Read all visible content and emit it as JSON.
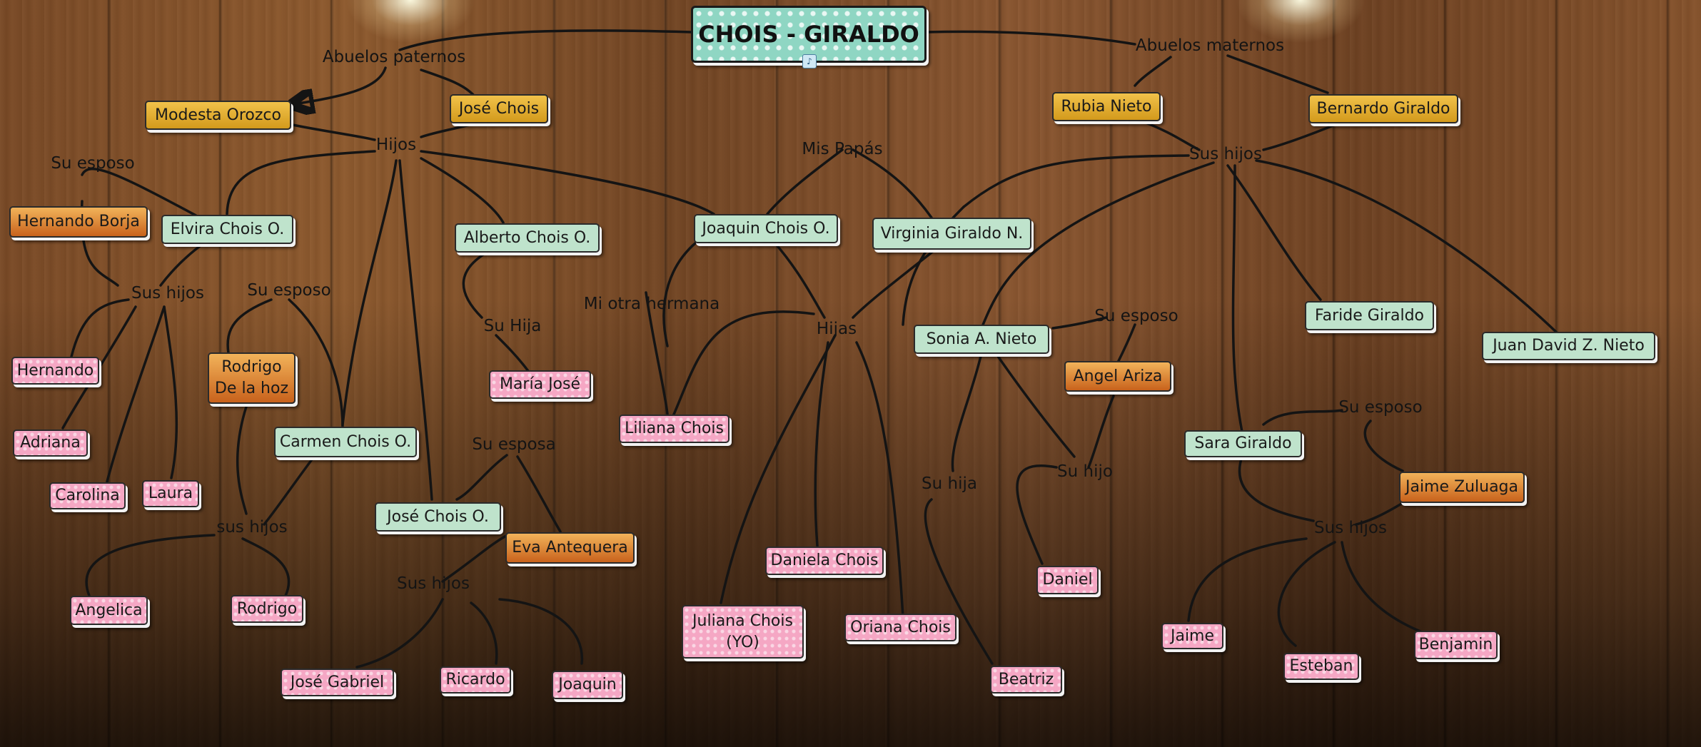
{
  "title": "CHOIS - GIRALDO",
  "speaker_icon": "speaker-icon",
  "labels": {
    "abuelos_paternos": "Abuelos paternos",
    "abuelos_maternos": "Abuelos maternos",
    "hijos": "Hijos",
    "sus_hijos_maternos": "Sus hijos",
    "mis_papas": "Mis Papás",
    "su_esposo_1": "Su esposo",
    "sus_hijos_1": "Sus hijos",
    "su_esposo_2": "Su esposo",
    "su_hija_1": "Su Hija",
    "mi_otra_hermana": "Mi otra hermana",
    "hijas": "Hijas",
    "su_esposo_3": "Su esposo",
    "su_esposo_4": "Su esposo",
    "su_esposa": "Su esposa",
    "sus_hijos_2": "sus hijos",
    "sus_hijos_3": "Sus hijos",
    "su_hija_2": "Su hija",
    "su_hijo": "Su hijo",
    "sus_hijos_4": "Sus hijos"
  },
  "people": {
    "modesta": "Modesta Orozco",
    "jose_chois": "José Chois",
    "rubia": "Rubia Nieto",
    "bernardo": "Bernardo Giraldo",
    "hernando_borja": "Hernando Borja",
    "elvira": "Elvira Chois O.",
    "alberto": "Alberto Chois O.",
    "joaquin_chois": "Joaquin Chois O.",
    "virginia": "Virginia Giraldo N.",
    "hernando": "Hernando",
    "rodrigo_delahoz": "Rodrigo\nDe la hoz",
    "maria_jose": "María José",
    "sonia": "Sonia A. Nieto",
    "angel": "Angel Ariza",
    "faride": "Faride Giraldo",
    "juan_david": "Juan David Z. Nieto",
    "adriana": "Adriana",
    "liliana": "Liliana Chois",
    "carmen": "Carmen Chois O.",
    "sara": "Sara  Giraldo",
    "carolina": "Carolina",
    "laura": "Laura",
    "jaime_zuluaga": "Jaime Zuluaga",
    "jose_chois_o": "José  Chois O.",
    "eva": "Eva Antequera",
    "daniela": "Daniela Chois",
    "daniel": "Daniel",
    "angelica": "Angelica",
    "rodrigo": "Rodrigo",
    "juliana": "Juliana Chois\n(YO)",
    "oriana": "Oriana Chois",
    "jaime": "Jaime",
    "benjamin": "Benjamin",
    "esteban": "Esteban",
    "jose_gabriel": "José Gabriel",
    "ricardo": "Ricardo",
    "joaquin": "Joaquin",
    "beatriz": "Beatriz"
  },
  "colors": {
    "green": "#bfe3cc",
    "pink": "#f5a7c4",
    "gold": "#e2ad2e",
    "orange": "#dc8a3a",
    "title": "#8fd6c3",
    "line": "#141414"
  }
}
